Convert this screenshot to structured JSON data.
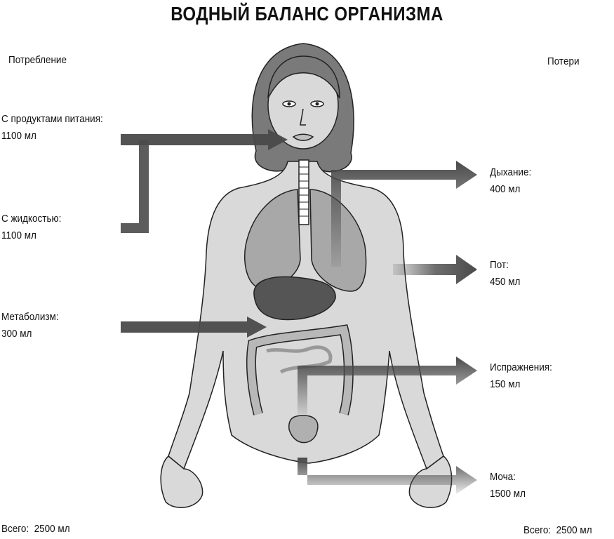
{
  "title": "ВОДНЫЙ БАЛАНС ОРГАНИЗМА",
  "intake": {
    "heading": "Потребление",
    "items": [
      {
        "label": "С продуктами питания:",
        "value": "1100 мл"
      },
      {
        "label": "С жидкостью:",
        "value": "1100 мл"
      },
      {
        "label": "Метаболизм:",
        "value": "300 мл"
      }
    ],
    "total": "Всего:  2500 мл"
  },
  "losses": {
    "heading": "Потери",
    "items": [
      {
        "label": "Дыхание:",
        "value": "400 мл"
      },
      {
        "label": "Пот:",
        "value": "450 мл"
      },
      {
        "label": "Испражнения:",
        "value": "150 мл"
      },
      {
        "label": "Моча:",
        "value": "1500 мл"
      }
    ],
    "total": "Всего:  2500 мл"
  },
  "colors": {
    "arrow": "#4a4a4a",
    "skin": "#d9d9d9",
    "hair": "#7a7a7a",
    "lungs": "#a8a8a8",
    "liver": "#555555",
    "intestine": "#b8b8b8",
    "outline": "#222222"
  }
}
